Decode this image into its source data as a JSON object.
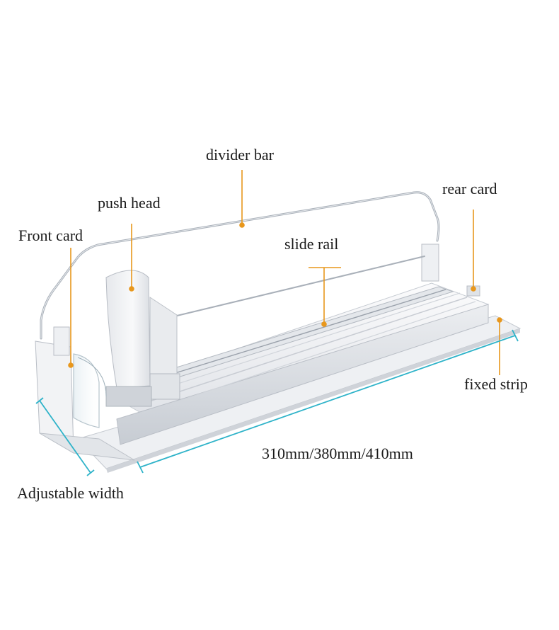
{
  "labels": {
    "divider_bar": "divider bar",
    "rear_card": "rear card",
    "push_head": "push head",
    "front_card": "Front card",
    "slide_rail": "slide rail",
    "fixed_strip": "fixed strip",
    "length_options": "310mm/380mm/410mm",
    "adjustable_width": "Adjustable width"
  },
  "colors": {
    "leader_line": "#e8971c",
    "dimension_line": "#2fb3c9",
    "product_white": "#f4f5f7",
    "product_shadow": "#c9ced6",
    "rail_metal": "#b8bec7"
  }
}
